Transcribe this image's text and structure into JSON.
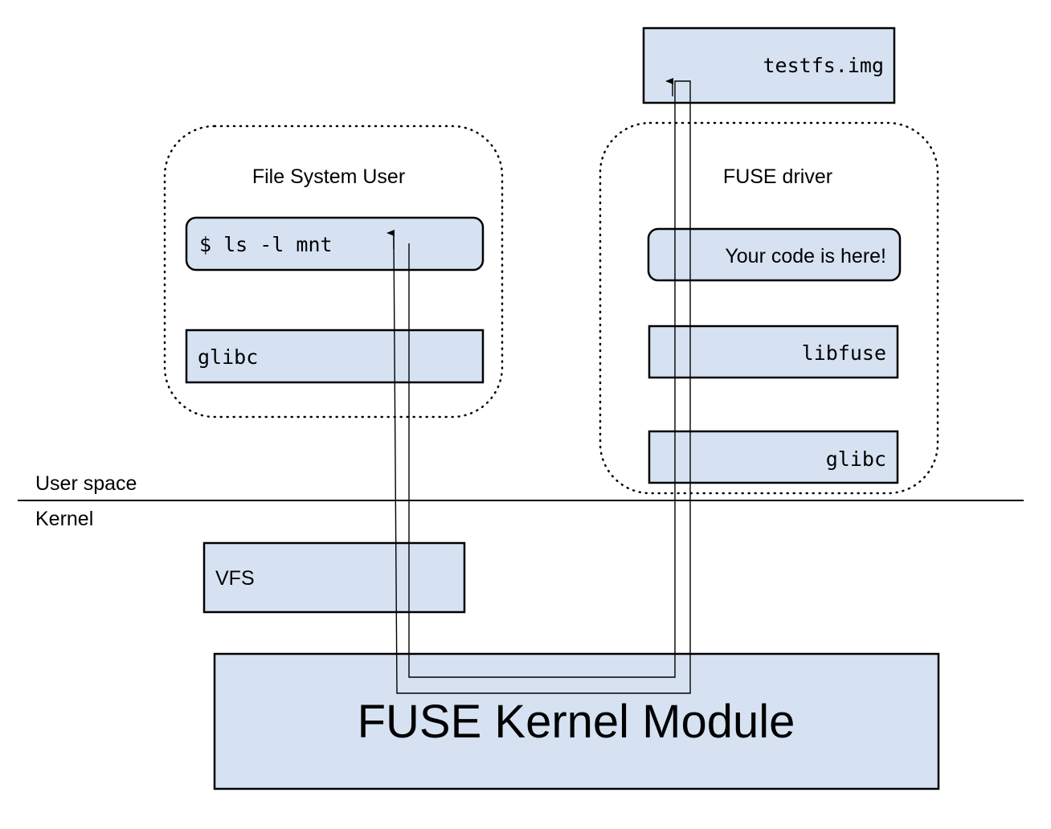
{
  "diagram": {
    "fs_user": {
      "title": "File System User",
      "command": "$ ls -l mnt",
      "glibc": "glibc"
    },
    "fuse_driver": {
      "title": "FUSE driver",
      "your_code": "Your code is here!",
      "libfuse": "libfuse",
      "glibc": "glibc"
    },
    "image_file": "testfs.img",
    "user_space_label": "User space",
    "kernel_label": "Kernel",
    "vfs": "VFS",
    "kernel_module": "FUSE Kernel Module"
  }
}
